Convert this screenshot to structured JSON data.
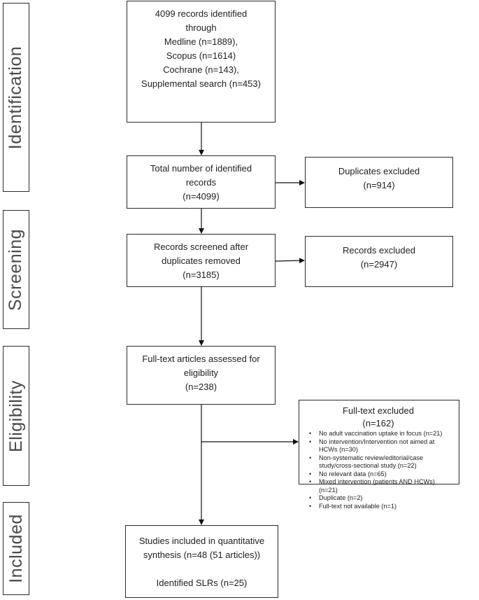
{
  "stages": {
    "identification": "Identification",
    "screening": "Screening",
    "eligibility": "Eligibility",
    "included": "Included"
  },
  "boxes": {
    "identified": {
      "lines": [
        "4099 records identified",
        "through",
        "Medline (n=1889),",
        "Scopus (n=1614)",
        "Cochrane (n=143),",
        "Supplemental search (n=453)"
      ]
    },
    "total": {
      "lines": [
        "Total number of identified",
        "records",
        "(n=4099)"
      ]
    },
    "duplicates": {
      "lines": [
        "Duplicates excluded",
        "(n=914)"
      ]
    },
    "screened": {
      "lines": [
        "Records screened after",
        "duplicates removed",
        "(n=3185)"
      ]
    },
    "records_excluded": {
      "lines": [
        "Records excluded",
        "(n=2947)"
      ]
    },
    "fulltext": {
      "lines": [
        "Full-text articles assessed for",
        "eligibility",
        "(n=238)"
      ]
    },
    "fulltext_excluded": {
      "title": "Full-text excluded",
      "count": "(n=162)",
      "reasons": [
        "No adult vaccination uptake in focus (n=21)",
        "No intervention/Intervention not aimed at HCWs (n=30)",
        "Non-systematic review/editorial/case study/cross-sectional study (n=22)",
        "No relevant data (n=65)",
        "Mixed intervention (patients AND HCWs) (n=21)",
        "Duplicate (n=2)",
        "Full-text not available (n=1)"
      ]
    },
    "included": {
      "lines": [
        "Studies included in quantitative",
        "synthesis (n=48 (51 articles))",
        "",
        "Identified SLRs (n=25)"
      ]
    }
  }
}
